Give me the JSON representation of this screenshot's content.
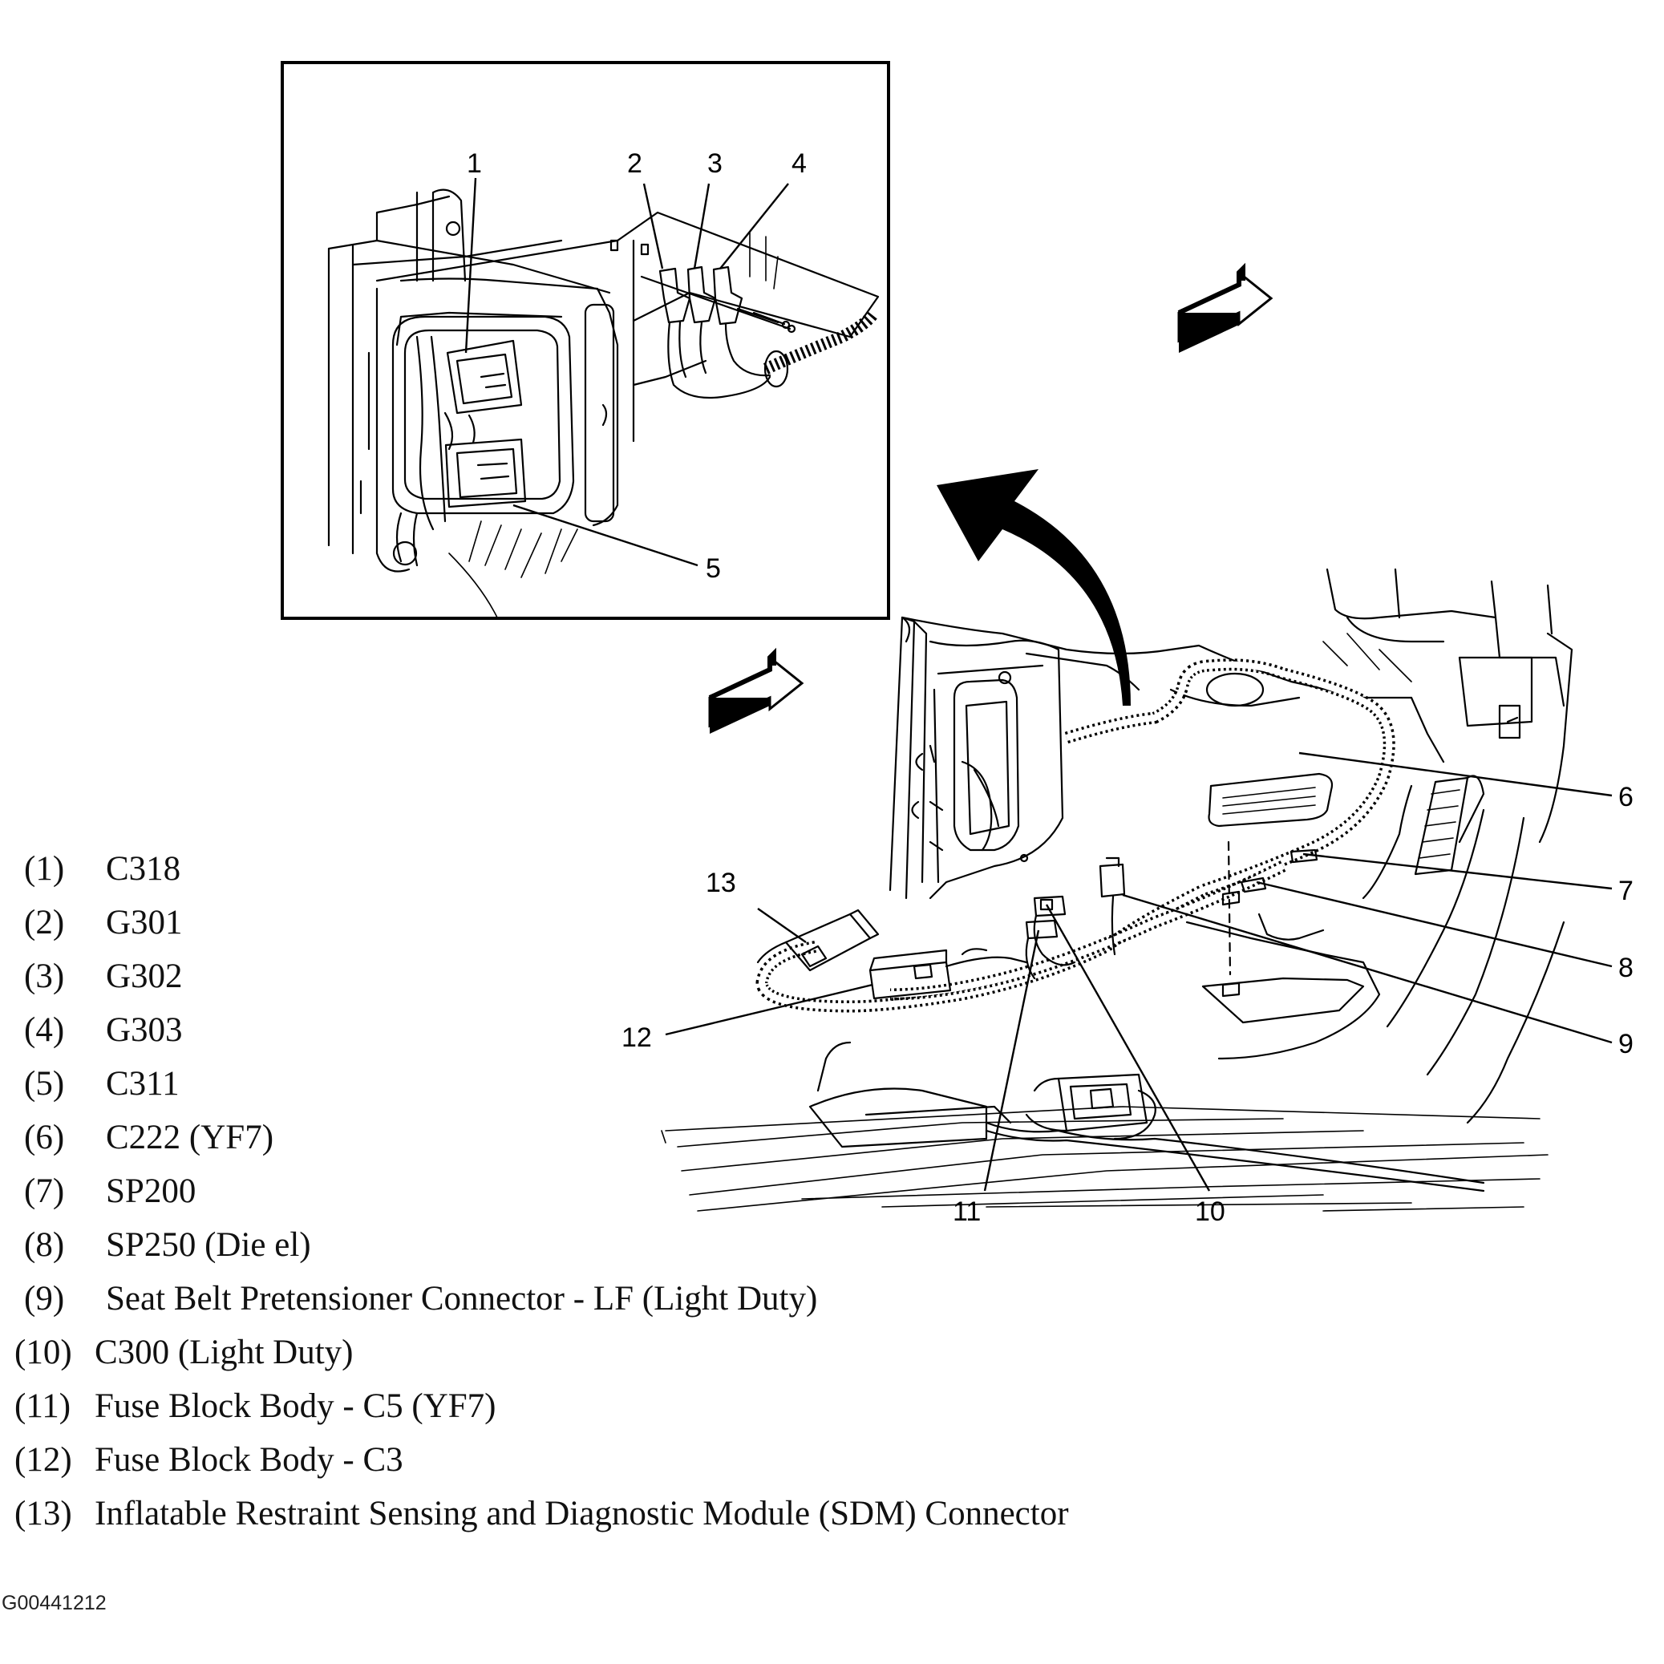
{
  "callouts": [
    "1",
    "2",
    "3",
    "4",
    "5",
    "6",
    "7",
    "8",
    "9",
    "10",
    "11",
    "12",
    "13"
  ],
  "legend": [
    {
      "num": "(1)",
      "text": "C318"
    },
    {
      "num": "(2)",
      "text": "G301"
    },
    {
      "num": "(3)",
      "text": "G302"
    },
    {
      "num": "(4)",
      "text": "G303"
    },
    {
      "num": "(5)",
      "text": "C311"
    },
    {
      "num": "(6)",
      "text": "C222 (YF7)"
    },
    {
      "num": "(7)",
      "text": "SP200"
    },
    {
      "num": "(8)",
      "text": "SP250 (Die el)"
    },
    {
      "num": "(9)",
      "text": "Seat Belt Pretensioner Connector - LF (Light Duty)"
    },
    {
      "num": "(10)",
      "text": "C300 (Light Duty)"
    },
    {
      "num": "(11)",
      "text": "Fuse Block Body - C5 (YF7)"
    },
    {
      "num": "(12)",
      "text": "Fuse Block Body - C3"
    },
    {
      "num": "(13)",
      "text": "Inflatable Restraint Sensing and Diagnostic Module (SDM) Connector"
    }
  ],
  "figure_id": "G00441212"
}
